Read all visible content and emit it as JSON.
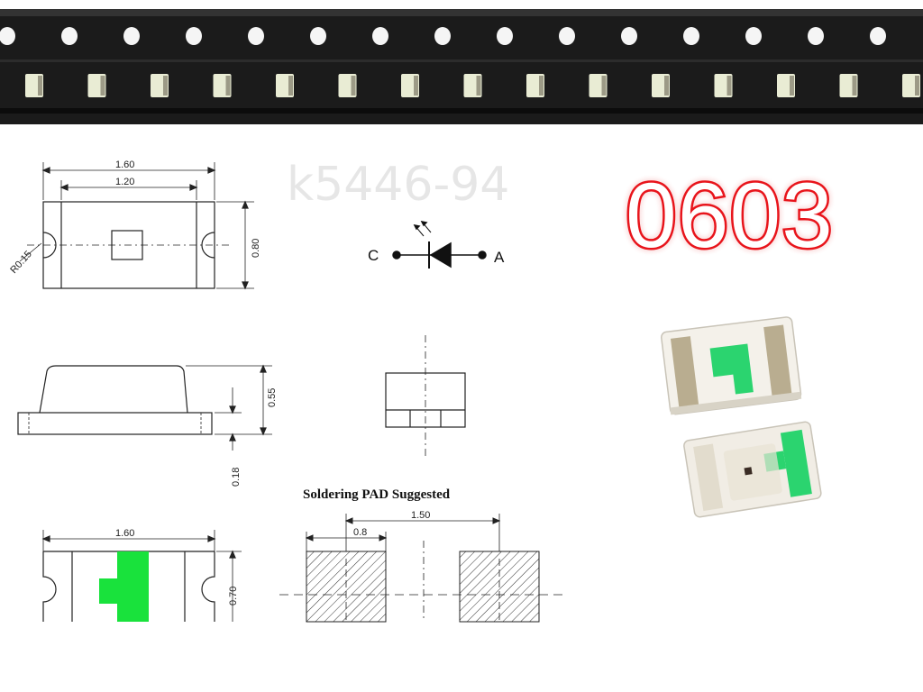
{
  "product": {
    "package_code": "0603",
    "watermark": "k5446-94"
  },
  "top_view": {
    "width_label": "1.60",
    "inner_width_label": "1.20",
    "height_label": "0.80",
    "radius_label": "R0.15"
  },
  "symbol": {
    "cathode_label": "C",
    "anode_label": "A"
  },
  "side_view": {
    "total_height_label": "0.55",
    "base_height_label": "0.18"
  },
  "bottom_view": {
    "width_label": "1.60",
    "height_label": "0.70"
  },
  "soldering_pad": {
    "title": "Soldering PAD Suggested",
    "pitch_label": "1.50",
    "pad_width_label": "0.8"
  },
  "colors": {
    "tape": "#1a1a1a",
    "led_green": "#19e23c",
    "photo_green": "#2bd46f",
    "package_red": "#e8141b"
  }
}
